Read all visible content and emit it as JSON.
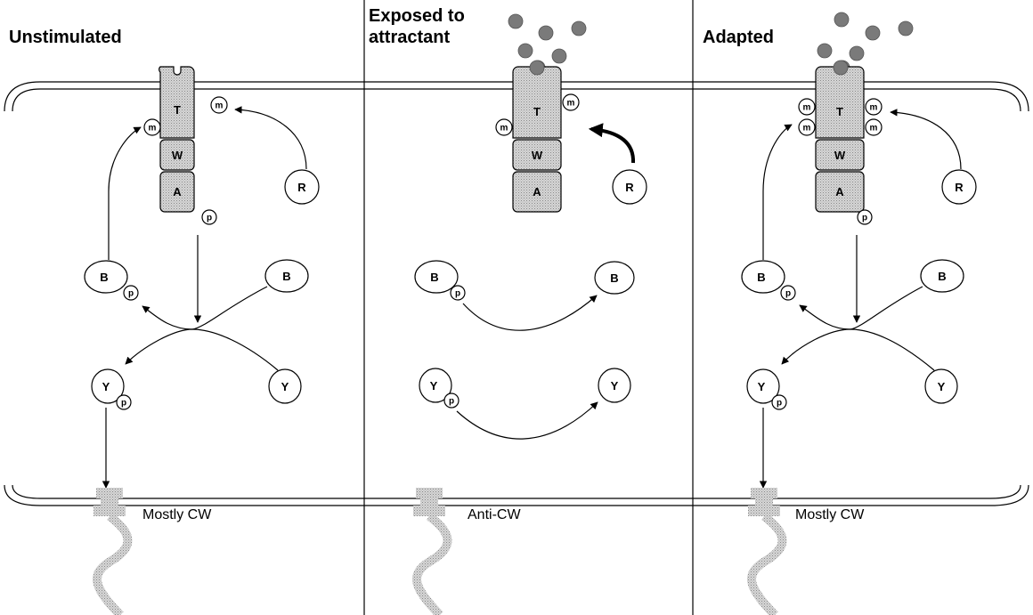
{
  "panels": [
    {
      "title_lines": [
        "Unstimulated"
      ],
      "motor_label": "Mostly CW",
      "labels": {
        "T": "T",
        "W": "W",
        "A": "A",
        "R": "R",
        "B": "B",
        "Y": "Y",
        "m": "m",
        "p": "p"
      }
    },
    {
      "title_lines": [
        "Exposed to",
        "attractant"
      ],
      "motor_label": "Anti-CW",
      "labels": {
        "T": "T",
        "W": "W",
        "A": "A",
        "R": "R",
        "B": "B",
        "Y": "Y",
        "m": "m",
        "p": "p"
      }
    },
    {
      "title_lines": [
        "Adapted"
      ],
      "motor_label": "Mostly CW",
      "labels": {
        "T": "T",
        "W": "W",
        "A": "A",
        "R": "R",
        "B": "B",
        "Y": "Y",
        "m": "m",
        "p": "p"
      }
    }
  ],
  "colors": {
    "line": "#000000",
    "receptor_fill": "#bdbdbd",
    "motor_fill": "#cfcfcf",
    "attractant": "#7a7a7a",
    "background": "#ffffff"
  }
}
